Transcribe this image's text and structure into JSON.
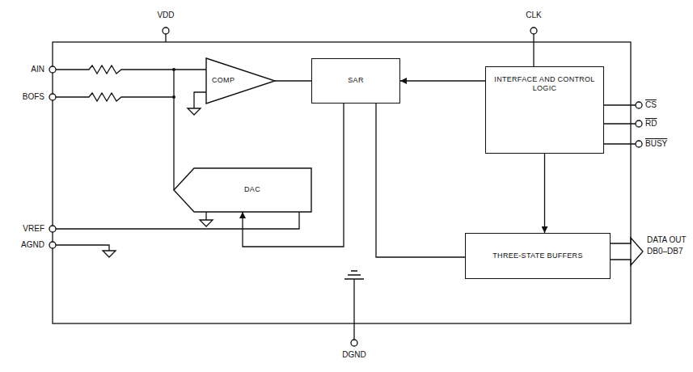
{
  "diagram": {
    "nodes": [
      {
        "text": [
          "COMP"
        ]
      },
      {
        "text": [
          "SAR"
        ]
      },
      {
        "text": [
          "INTERFACE AND CONTROL LOGIC"
        ]
      },
      {
        "text": [
          "DAC"
        ]
      },
      {
        "text": [
          "THREE-STATE BUFFERS"
        ]
      }
    ],
    "edges": [
      {
        "from": 0,
        "to": 1,
        "arrow": "none"
      },
      {
        "from": 2,
        "to": 1,
        "arrow": "to"
      },
      {
        "from": 2,
        "to": 4,
        "arrow": "to"
      },
      {
        "from": 1,
        "to": 4,
        "arrow": "none"
      },
      {
        "from": 1,
        "to": 3,
        "arrow": "to"
      },
      {
        "from": 3,
        "to": 0,
        "arrow": "none"
      }
    ],
    "labels": [
      "VDD",
      "CLK",
      "AIN",
      "BOFS",
      "CS",
      "RD",
      "BUSY",
      "VREF",
      "AGND",
      "DATA OUT",
      "DB0–DB7",
      "DGND"
    ]
  }
}
